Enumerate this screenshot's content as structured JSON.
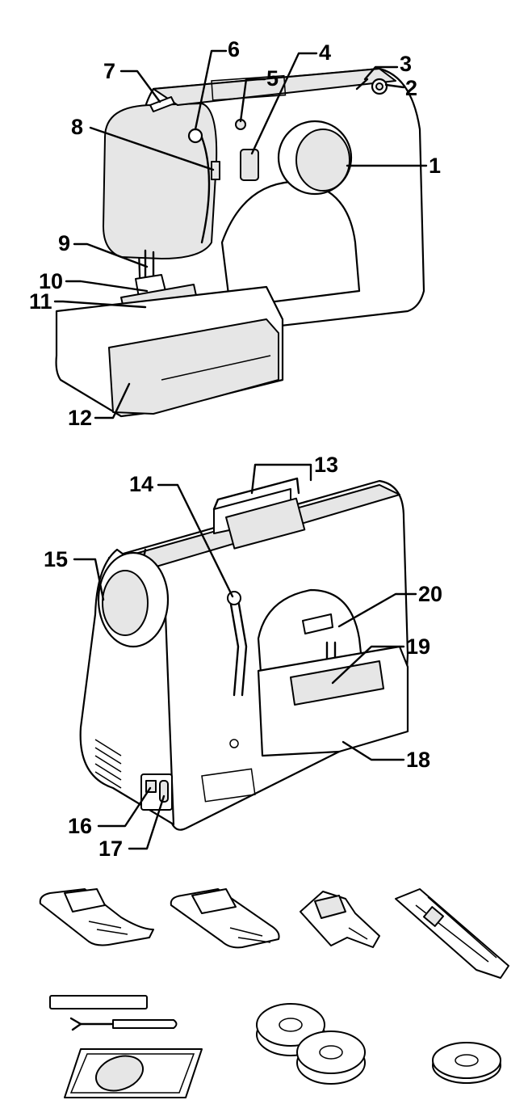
{
  "front_labels": [
    "1",
    "2",
    "3",
    "4",
    "5",
    "6",
    "7",
    "8",
    "9",
    "10",
    "11",
    "12"
  ],
  "rear_labels": [
    "13",
    "14",
    "15",
    "16",
    "17",
    "18",
    "19",
    "20"
  ],
  "accessories": [
    "presser-foot-zigzag",
    "presser-foot-buttonhole",
    "presser-foot-zipper",
    "presser-foot-button-sewing",
    "seam-ripper-screwdriver",
    "bobbins",
    "spool-felt",
    "foot-pedal-mat"
  ]
}
